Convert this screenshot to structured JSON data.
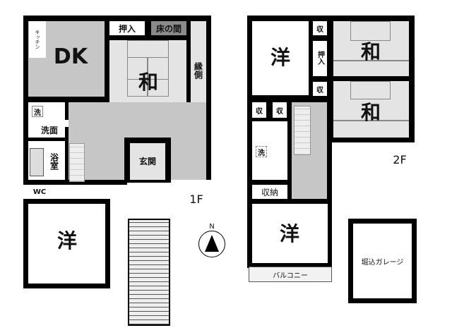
{
  "floor1": {
    "label": "1F",
    "rooms": {
      "dk": "DK",
      "kitchen": "キッチン",
      "washitsu": "和",
      "oshiire": "押入",
      "tokonoma": "床の間",
      "engawa": "縁側",
      "washer": "洗",
      "senmen": "洗面",
      "bath": "浴室",
      "wc": "WC",
      "genkan": "玄関",
      "youshitsu": "洋"
    }
  },
  "floor2": {
    "label": "2F",
    "rooms": {
      "youshitsu1": "洋",
      "washitsu1": "和",
      "washitsu2": "和",
      "storage_a": "収",
      "oshiire": "押入",
      "storage_b": "収",
      "storage_c": "収",
      "storage_d": "収",
      "washer": "洗",
      "shuunou": "収納",
      "youshitsu2": "洋",
      "balcony": "バルコニー"
    }
  },
  "garage": "堀込ガレージ",
  "compass": "N"
}
